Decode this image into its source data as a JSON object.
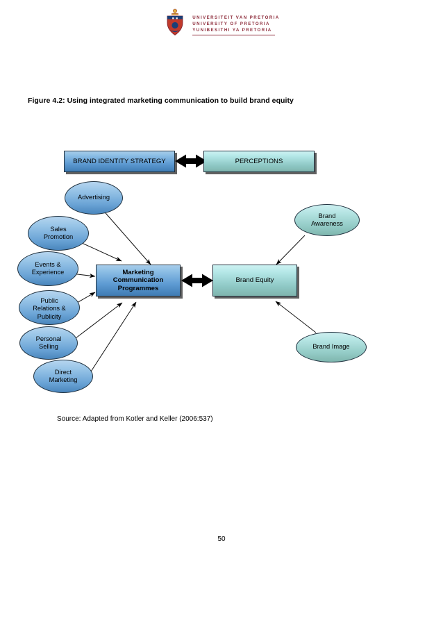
{
  "page": {
    "number": "50",
    "figure_caption": "Figure 4.2: Using integrated marketing communication to build brand equity",
    "source_note": "Source: Adapted from Kotler and Keller (2006:537)"
  },
  "header": {
    "logo_name": "university-of-pretoria-crest",
    "lines": [
      "UNIVERSITEIT VAN PRETORIA",
      "UNIVERSITY OF PRETORIA",
      "YUNIBESITHI YA PRETORIA"
    ],
    "logo_color": "#8d2b3a"
  },
  "diagram": {
    "colors": {
      "blue_fill_light": "#b6d5ef",
      "blue_fill_dark": "#4a86bd",
      "cyan_fill_light": "#cdf0f0",
      "cyan_fill_dark": "#7fb6ae",
      "outline": "#20313f",
      "arrow": "#000000"
    },
    "boxes": [
      {
        "id": "brand-identity-strategy",
        "label": "BRAND IDENTITY STRATEGY",
        "style": "blue"
      },
      {
        "id": "perceptions",
        "label": "PERCEPTIONS",
        "style": "cyan"
      },
      {
        "id": "marketing-communication-programmes",
        "label": "Marketing\nCommunication\nProgrammes",
        "style": "blue"
      },
      {
        "id": "brand-equity",
        "label": "Brand Equity",
        "style": "cyan"
      }
    ],
    "left_ellipses": [
      {
        "id": "advertising",
        "label": "Advertising"
      },
      {
        "id": "sales-promotion",
        "label": "Sales\nPromotion"
      },
      {
        "id": "events-experience",
        "label": "Events &\nExperience"
      },
      {
        "id": "public-relations-publicity",
        "label": "Public\nRelations &\nPublicity"
      },
      {
        "id": "personal-selling",
        "label": "Personal\nSelling"
      },
      {
        "id": "direct-marketing",
        "label": "Direct\nMarketing"
      }
    ],
    "right_ellipses": [
      {
        "id": "brand-awareness",
        "label": "Brand\nAwareness"
      },
      {
        "id": "brand-image",
        "label": "Brand Image"
      }
    ]
  }
}
